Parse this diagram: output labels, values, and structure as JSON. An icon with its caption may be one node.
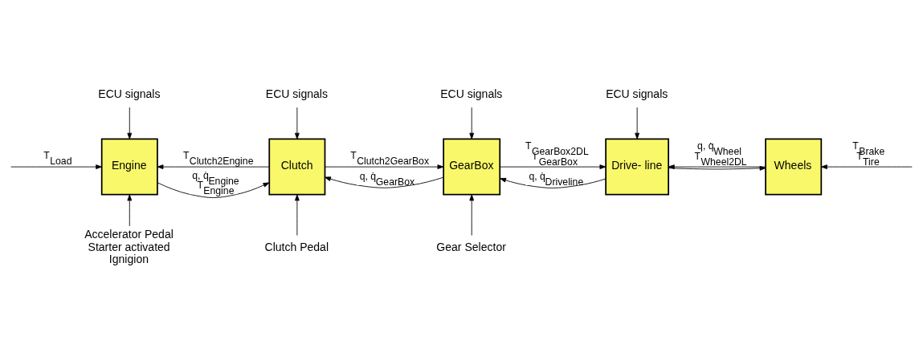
{
  "diagram": {
    "nodes": [
      {
        "text": [
          "Engine"
        ]
      },
      {
        "text": [
          "Clutch"
        ]
      },
      {
        "text": [
          "GearBox"
        ]
      },
      {
        "text": [
          "Drive- line"
        ]
      },
      {
        "text": [
          "Wheels"
        ]
      },
      {
        "text": [
          "ECU signals"
        ]
      },
      {
        "text": [
          "ECU signals"
        ]
      },
      {
        "text": [
          "ECU signals"
        ]
      },
      {
        "text": [
          "ECU signals"
        ]
      },
      {
        "text": [
          "Accelerator Pedal",
          "Starter activated",
          "Ignigion"
        ]
      },
      {
        "text": [
          "Clutch Pedal"
        ]
      },
      {
        "text": [
          "Gear Selector"
        ]
      }
    ],
    "edges": [
      {
        "from": null,
        "to": 0,
        "arrow": "to",
        "label": "T$_{Load}$"
      },
      {
        "from": 5,
        "to": 0,
        "arrow": "to"
      },
      {
        "from": 9,
        "to": 0,
        "arrow": "to"
      },
      {
        "from": 0,
        "to": 1,
        "arrow": "to",
        "label": "q, q̇$_{Engine}$ T$_{Engine}$"
      },
      {
        "from": 1,
        "to": 0,
        "arrow": "to",
        "label": "T$_{Clutch2Engine}$"
      },
      {
        "from": 6,
        "to": 1,
        "arrow": "to"
      },
      {
        "from": 10,
        "to": 1,
        "arrow": "to"
      },
      {
        "from": 1,
        "to": 2,
        "arrow": "to",
        "label": "T$_{Clutch2GearBox}$"
      },
      {
        "from": 2,
        "to": 1,
        "arrow": "to",
        "label": "q, q̇$_{GearBox}$"
      },
      {
        "from": 7,
        "to": 2,
        "arrow": "to"
      },
      {
        "from": 11,
        "to": 2,
        "arrow": "to"
      },
      {
        "from": 2,
        "to": 3,
        "arrow": "to",
        "label": "T$_{GearBox2DL}$ i $_{GearBox}$"
      },
      {
        "from": 3,
        "to": 2,
        "arrow": "to",
        "label": "q, q̇$_{Driveline}$"
      },
      {
        "from": 8,
        "to": 3,
        "arrow": "to"
      },
      {
        "from": 3,
        "to": 4,
        "arrow": "to"
      },
      {
        "from": 4,
        "to": 3,
        "arrow": "to",
        "label": "q, q̇$_{Wheel}$ T$_{Wheel2DL}$"
      },
      {
        "from": null,
        "to": 4,
        "arrow": "to",
        "label": "T$_{Brake}$ T$_{Tire}$"
      }
    ]
  }
}
